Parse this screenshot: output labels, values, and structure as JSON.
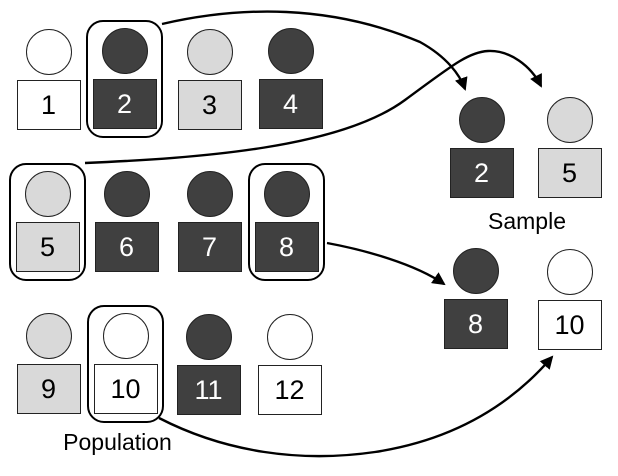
{
  "title": "Population and Sample diagram",
  "colors": {
    "dark": "#404040",
    "light": "#D9D9D9",
    "white": "#FFFFFF",
    "outline": "#000000"
  },
  "population": {
    "label": "Population",
    "items": [
      {
        "label": "1",
        "shade": "white",
        "selected": "false"
      },
      {
        "label": "2",
        "shade": "dark",
        "selected": "true"
      },
      {
        "label": "3",
        "shade": "light",
        "selected": "false"
      },
      {
        "label": "4",
        "shade": "dark",
        "selected": "false"
      },
      {
        "label": "5",
        "shade": "light",
        "selected": "true"
      },
      {
        "label": "6",
        "shade": "dark",
        "selected": "false"
      },
      {
        "label": "7",
        "shade": "dark",
        "selected": "false"
      },
      {
        "label": "8",
        "shade": "dark",
        "selected": "true"
      },
      {
        "label": "9",
        "shade": "light",
        "selected": "false"
      },
      {
        "label": "10",
        "shade": "white",
        "selected": "true"
      },
      {
        "label": "11",
        "shade": "dark",
        "selected": "false"
      },
      {
        "label": "12",
        "shade": "white",
        "selected": "false"
      }
    ]
  },
  "sample": {
    "label": "Sample",
    "items": [
      {
        "label": "2",
        "shade": "dark"
      },
      {
        "label": "5",
        "shade": "light"
      },
      {
        "label": "8",
        "shade": "dark"
      },
      {
        "label": "10",
        "shade": "white"
      }
    ]
  },
  "arrows": [
    {
      "from": "population-2",
      "to": "sample-2"
    },
    {
      "from": "population-5",
      "to": "sample-5"
    },
    {
      "from": "population-8",
      "to": "sample-8"
    },
    {
      "from": "population-10",
      "to": "sample-10"
    }
  ]
}
